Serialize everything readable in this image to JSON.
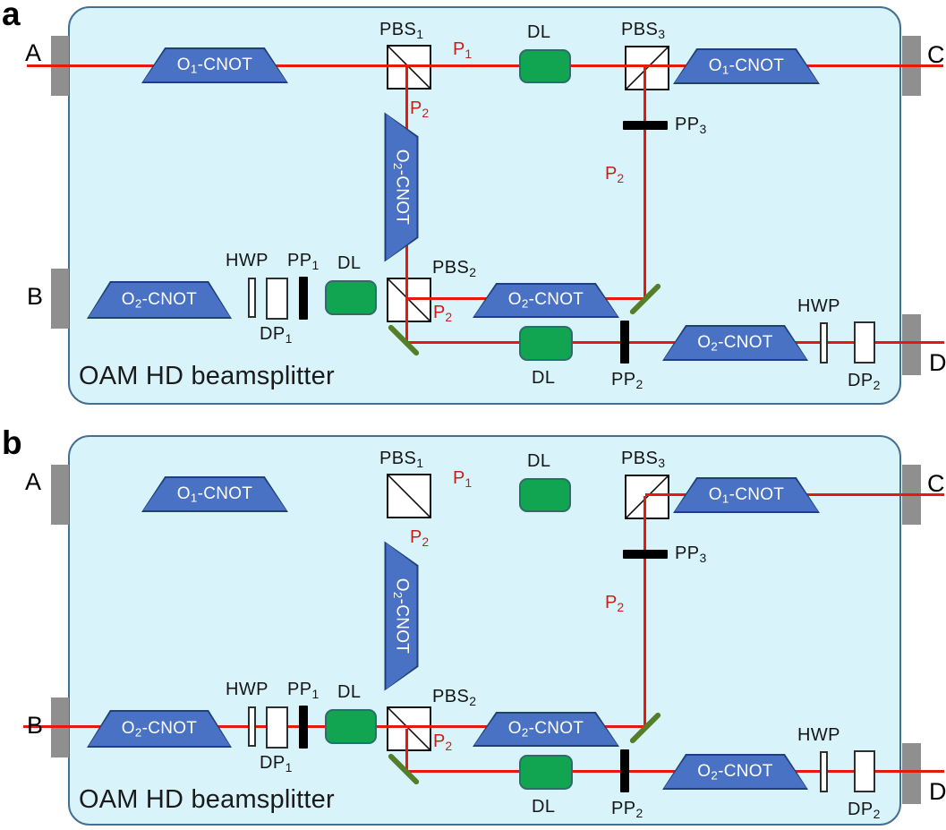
{
  "labels": {
    "port_a": "A",
    "port_b": "B",
    "port_c": "C",
    "port_d": "D",
    "o1": {
      "pre": "O",
      "sub": "1",
      "post": "-CNOT"
    },
    "o2": {
      "pre": "O",
      "sub": "2",
      "post": "-CNOT"
    },
    "pbs1": {
      "base": "PBS",
      "sub": "1"
    },
    "pbs2": {
      "base": "PBS",
      "sub": "2"
    },
    "pbs3": {
      "base": "PBS",
      "sub": "3"
    },
    "pp1": {
      "base": "PP",
      "sub": "1"
    },
    "pp2": {
      "base": "PP",
      "sub": "2"
    },
    "pp3": {
      "base": "PP",
      "sub": "3"
    },
    "dp1": {
      "base": "DP",
      "sub": "1"
    },
    "dp2": {
      "base": "DP",
      "sub": "2"
    },
    "hwp": "HWP",
    "dl": "DL",
    "p1": {
      "base": "P",
      "sub": "1"
    },
    "p2": {
      "base": "P",
      "sub": "2"
    },
    "box_caption": "OAM HD beamsplitter"
  },
  "colors": {
    "beam": "#e6190e",
    "label_red": "#c0221a",
    "box_fill": "#d8f4fa",
    "box_border": "#44708f",
    "gate_fill": "#4a72c4",
    "gate_border": "#1f3f7d",
    "dl_fill": "#12a551",
    "dl_border": "#2e6b69",
    "mirror": "#567d28",
    "port": "#8f8f8f",
    "text": "#151515"
  },
  "panels": [
    {
      "letter": "a",
      "input_port": "A",
      "output_ports": [
        "C",
        "D"
      ],
      "beam_route": "A passes O1-CNOT into PBS1; P1 goes right through DL to PBS3; P2 goes down through vertical O2-CNOT to PBS2; from PBS2, P2 goes right through O2-CNOT, reflects up off mirror through PP3 into PBS3, and PBS3 output passes O1-CNOT to C; PBS2 also sends the beam down off a mirror, right through DL, PP2, O2-CNOT, HWP, DP2 to D"
    },
    {
      "letter": "b",
      "input_port": "B",
      "output_ports": [
        "C",
        "D"
      ],
      "beam_route": "B passes O2-CNOT, HWP, DP1, PP1, DL into PBS2; P2 continues right through O2-CNOT, reflects up off mirror through PP3 into PBS3, then passes O1-CNOT to C; PBS2 also sends the beam down off a mirror, right through DL, PP2, O2-CNOT, HWP, DP2 to D"
    }
  ]
}
